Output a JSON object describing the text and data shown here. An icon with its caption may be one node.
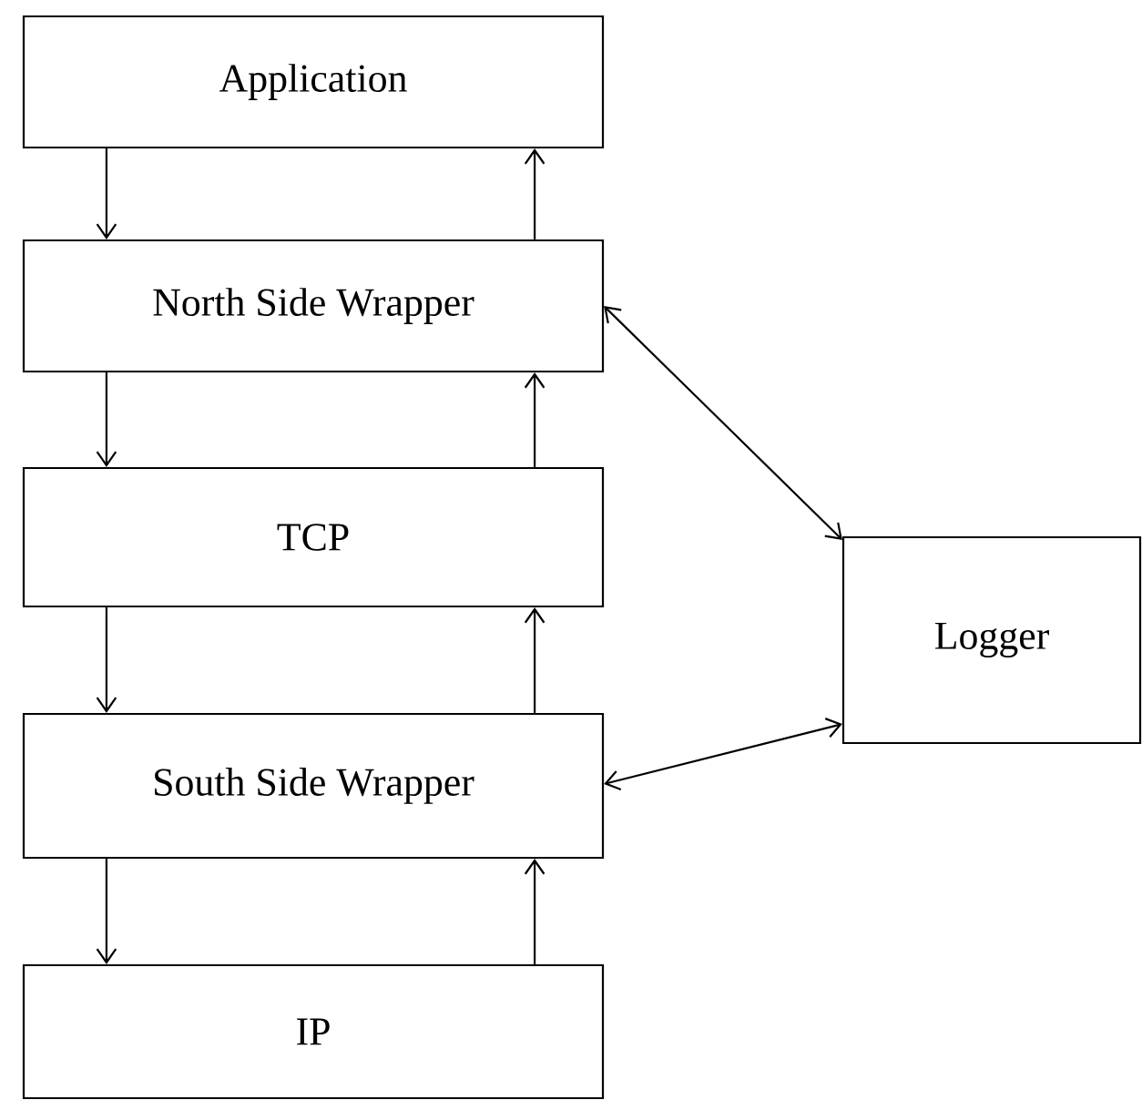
{
  "diagram": {
    "nodes": [
      {
        "text": [
          "Application"
        ]
      },
      {
        "text": [
          "North Side Wrapper"
        ]
      },
      {
        "text": [
          "TCP"
        ]
      },
      {
        "text": [
          "South Side Wrapper"
        ]
      },
      {
        "text": [
          "IP"
        ]
      },
      {
        "text": [
          "Logger"
        ]
      }
    ],
    "edges": [
      {
        "from": 0,
        "to": 1,
        "arrow": "to"
      },
      {
        "from": 1,
        "to": 0,
        "arrow": "to"
      },
      {
        "from": 1,
        "to": 2,
        "arrow": "to"
      },
      {
        "from": 2,
        "to": 1,
        "arrow": "to"
      },
      {
        "from": 2,
        "to": 3,
        "arrow": "to"
      },
      {
        "from": 3,
        "to": 2,
        "arrow": "to"
      },
      {
        "from": 3,
        "to": 4,
        "arrow": "to"
      },
      {
        "from": 4,
        "to": 3,
        "arrow": "to"
      },
      {
        "from": 1,
        "to": 5,
        "arrow": "both"
      },
      {
        "from": 3,
        "to": 5,
        "arrow": "both"
      }
    ]
  }
}
